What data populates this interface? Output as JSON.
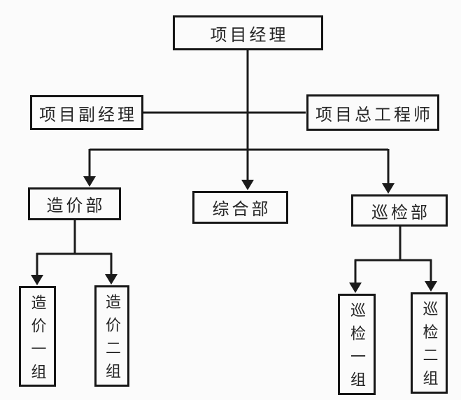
{
  "org_chart": {
    "colors": {
      "background": "#fbfbfb",
      "line": "#1b1b1b",
      "box_border": "#161616",
      "text": "#262626"
    },
    "nodes": {
      "project_manager": {
        "label": "项目经理",
        "level": 1
      },
      "deputy_manager": {
        "label": "项目副经理",
        "level": 2
      },
      "chief_engineer": {
        "label": "项目总工程师",
        "level": 2
      },
      "cost_dept": {
        "label": "造价部",
        "level": 3
      },
      "general_dept": {
        "label": "综合部",
        "level": 3
      },
      "inspection_dept": {
        "label": "巡检部",
        "level": 3
      },
      "cost_group_1": {
        "label": "造价一组",
        "level": 4
      },
      "cost_group_2": {
        "label": "造价二组",
        "level": 4
      },
      "inspection_group_1": {
        "label": "巡检一组",
        "level": 4
      },
      "inspection_group_2": {
        "label": "巡检二组",
        "level": 4
      }
    },
    "edges": [
      {
        "from": "project_manager",
        "to": "deputy_manager"
      },
      {
        "from": "project_manager",
        "to": "chief_engineer"
      },
      {
        "from": "project_manager",
        "to": "cost_dept"
      },
      {
        "from": "project_manager",
        "to": "general_dept"
      },
      {
        "from": "project_manager",
        "to": "inspection_dept"
      },
      {
        "from": "cost_dept",
        "to": "cost_group_1"
      },
      {
        "from": "cost_dept",
        "to": "cost_group_2"
      },
      {
        "from": "inspection_dept",
        "to": "inspection_group_1"
      },
      {
        "from": "inspection_dept",
        "to": "inspection_group_2"
      }
    ]
  }
}
